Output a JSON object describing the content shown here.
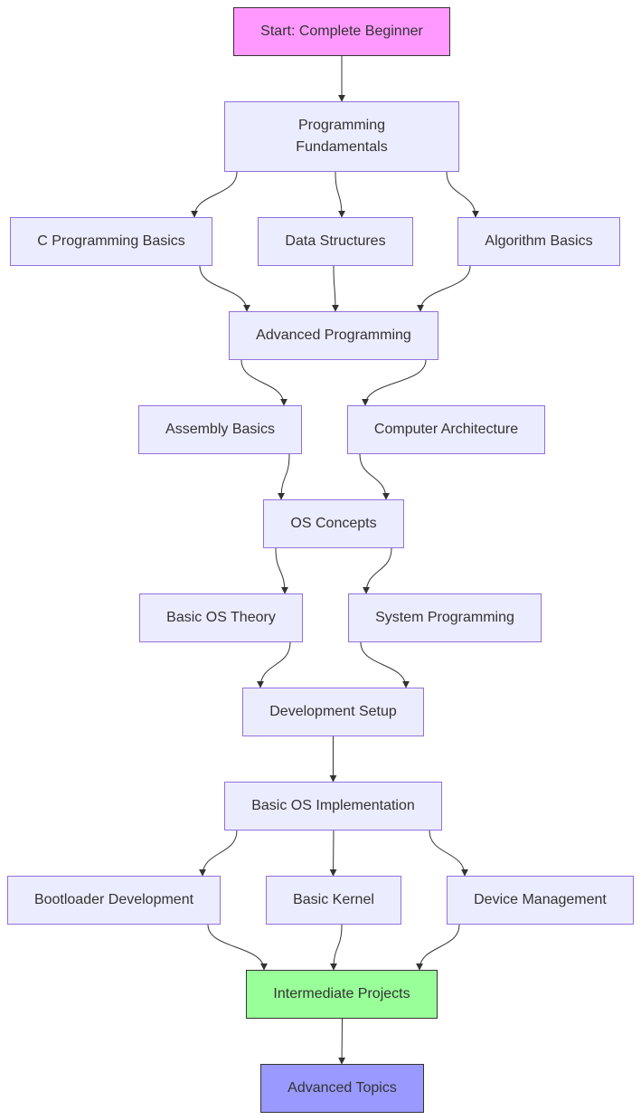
{
  "colors": {
    "default_fill": "#ececff",
    "default_border": "#9370db",
    "start_fill": "#ff99ff",
    "intermediate_fill": "#99ff99",
    "advanced_fill": "#9999ff",
    "edge": "#333333"
  },
  "nodes": {
    "start": "Start: Complete Beginner",
    "fundamentals": "Programming Fundamentals",
    "c_basics": "C Programming Basics",
    "data_structures": "Data Structures",
    "algorithms": "Algorithm Basics",
    "advanced_programming": "Advanced Programming",
    "assembly": "Assembly Basics",
    "architecture": "Computer Architecture",
    "os_concepts": "OS Concepts",
    "os_theory": "Basic OS Theory",
    "system_programming": "System Programming",
    "dev_setup": "Development Setup",
    "os_implementation": "Basic OS Implementation",
    "bootloader": "Bootloader Development",
    "kernel": "Basic Kernel",
    "device_management": "Device Management",
    "intermediate": "Intermediate Projects",
    "advanced_topics": "Advanced Topics"
  },
  "edges": [
    [
      "start",
      "fundamentals"
    ],
    [
      "fundamentals",
      "c_basics"
    ],
    [
      "fundamentals",
      "data_structures"
    ],
    [
      "fundamentals",
      "algorithms"
    ],
    [
      "c_basics",
      "advanced_programming"
    ],
    [
      "data_structures",
      "advanced_programming"
    ],
    [
      "algorithms",
      "advanced_programming"
    ],
    [
      "advanced_programming",
      "assembly"
    ],
    [
      "advanced_programming",
      "architecture"
    ],
    [
      "assembly",
      "os_concepts"
    ],
    [
      "architecture",
      "os_concepts"
    ],
    [
      "os_concepts",
      "os_theory"
    ],
    [
      "os_concepts",
      "system_programming"
    ],
    [
      "os_theory",
      "dev_setup"
    ],
    [
      "system_programming",
      "dev_setup"
    ],
    [
      "dev_setup",
      "os_implementation"
    ],
    [
      "os_implementation",
      "bootloader"
    ],
    [
      "os_implementation",
      "kernel"
    ],
    [
      "os_implementation",
      "device_management"
    ],
    [
      "bootloader",
      "intermediate"
    ],
    [
      "kernel",
      "intermediate"
    ],
    [
      "device_management",
      "intermediate"
    ],
    [
      "intermediate",
      "advanced_topics"
    ]
  ]
}
